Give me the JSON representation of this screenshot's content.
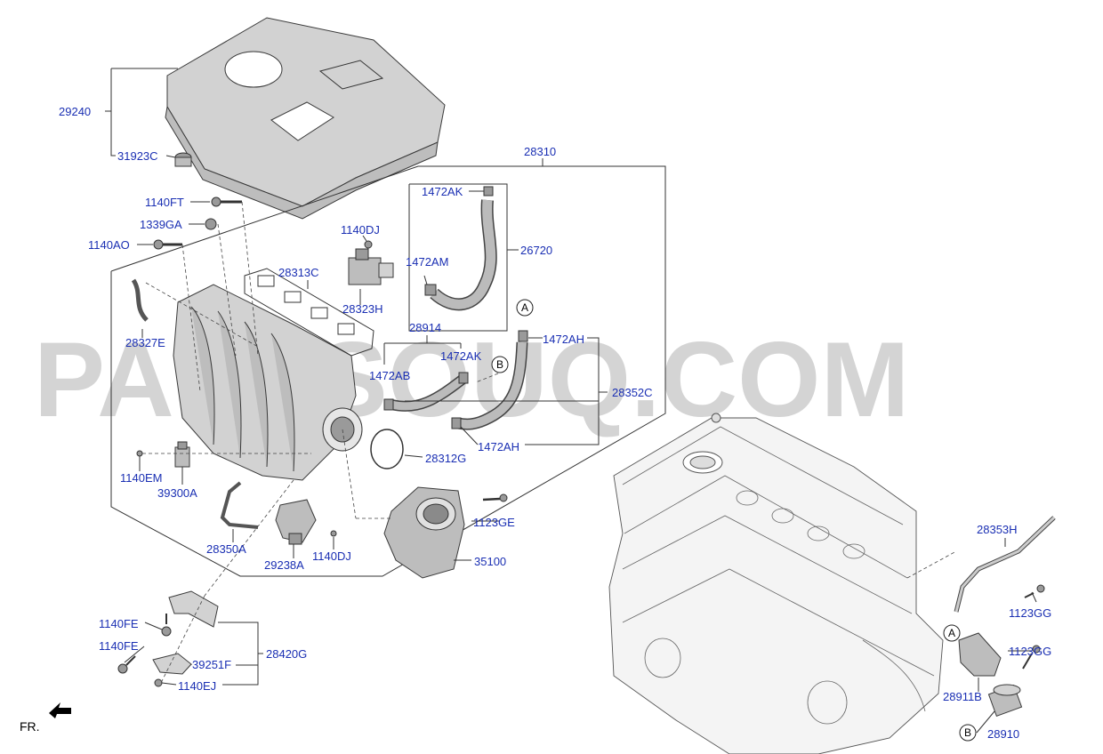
{
  "watermark": "PARTSOUQ.COM",
  "front_indicator": "FR.",
  "labels": {
    "p29240": "29240",
    "p31923C": "31923C",
    "p28310": "28310",
    "p1140FT": "1140FT",
    "p1339GA": "1339GA",
    "p1140AO": "1140AO",
    "p1140DJ_top": "1140DJ",
    "p28313C": "28313C",
    "p28323H": "28323H",
    "p1472AK_top": "1472AK",
    "p1472AM": "1472AM",
    "p26720": "26720",
    "p28327E": "28327E",
    "p28914": "28914",
    "p1472AH_top": "1472AH",
    "p1472AK_mid": "1472AK",
    "p1472AB": "1472AB",
    "p28352C": "28352C",
    "p1472AH_bot": "1472AH",
    "p28312G": "28312G",
    "p1140EM": "1140EM",
    "p39300A": "39300A",
    "p1123GE": "1123GE",
    "p28350A": "28350A",
    "p29238A": "29238A",
    "p1140DJ_bot": "1140DJ",
    "p35100": "35100",
    "p1140FE_a": "1140FE",
    "p1140FE_b": "1140FE",
    "p39251F": "39251F",
    "p28420G": "28420G",
    "p1140EJ": "1140EJ",
    "p28353H": "28353H",
    "p1123GG_a": "1123GG",
    "p1123GG_b": "1123GG",
    "p28911B": "28911B",
    "p28910": "28910"
  },
  "callouts": {
    "a_mid": "A",
    "b_mid": "B",
    "a_right": "A",
    "b_right": "B"
  }
}
